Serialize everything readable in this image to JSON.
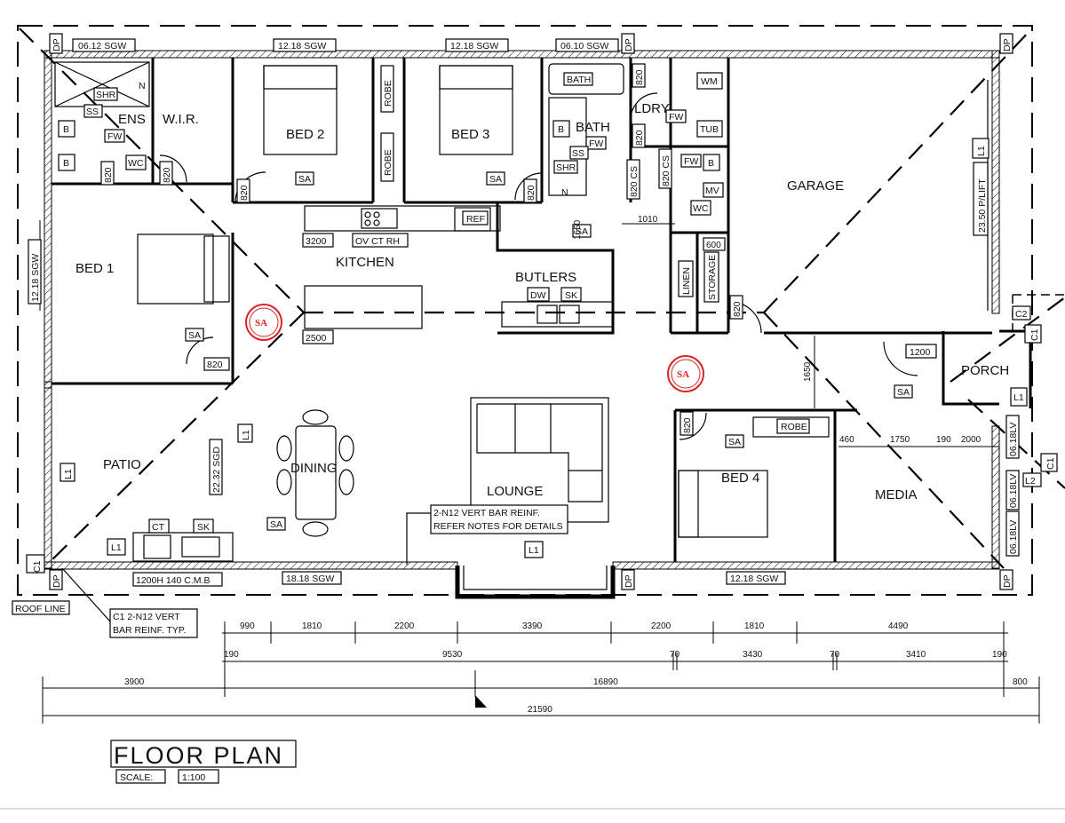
{
  "drawing": {
    "title": "FLOOR PLAN",
    "scale_label": "SCALE:",
    "scale_value": "1:100"
  },
  "rooms": {
    "ens": "ENS",
    "wir": "W.I.R.",
    "bed1": "BED 1",
    "bed2": "BED 2",
    "bed3": "BED 3",
    "bath": "BATH",
    "ldry": "LDRY",
    "garage": "GARAGE",
    "kitchen": "KITCHEN",
    "butlers": "BUTLERS",
    "patio": "PATIO",
    "dining": "DINING",
    "lounge": "LOUNGE",
    "bed4": "BED 4",
    "media": "MEDIA",
    "porch": "PORCH"
  },
  "windows": {
    "w_top1": "06.12 SGW",
    "w_top2": "12.18 SGW",
    "w_top3": "12.18 SGW",
    "w_top4": "06.10 SGW",
    "w_left": "12.18 SGW",
    "w_bot1": "18.18 SGW",
    "w_bot2": "12.18 SGW",
    "w_dining": "22.32 SGD",
    "w_media1": "06.18LV",
    "w_media2": "06.18LV",
    "w_media3": "06.18LV",
    "garage_door": "23.50 P/LIFT"
  },
  "tags": {
    "shr": "SHR",
    "ss": "SS",
    "n": "N",
    "fw": "FW",
    "wc": "WC",
    "b": "B",
    "d820": "820",
    "robe": "ROBE",
    "sa": "SA",
    "dp": "DP",
    "wm": "WM",
    "tub": "TUB",
    "mv": "MV",
    "linen": "LINEN",
    "storage": "STORAGE",
    "ref": "REF",
    "ovctrh": "OV CT RH",
    "bench3200": "3200",
    "bench2500": "2500",
    "dw": "DW",
    "sk": "SK",
    "ct": "CT",
    "l1": "L1",
    "l2": "L2",
    "c1": "C1",
    "c2": "C2",
    "d820cs1": "820 CS",
    "d820cs2": "820 CS",
    "d1200": "1200",
    "bbq_bench": "1200H 140 C.M.B",
    "reinf_note_1": "2-N12 VERT BAR REINF.",
    "reinf_note_2": "REFER NOTES FOR DETAILS",
    "roof_line": "ROOF LINE",
    "col_note_1": "C1 2-N12 VERT",
    "col_note_2": "BAR REINF. TYP.",
    "big_sa": "SA"
  },
  "inner_dims": {
    "d1010": "1010",
    "d600": "600",
    "d1650": "1650",
    "d1650v": "1650",
    "d460": "460",
    "d1750": "1750",
    "d190": "190",
    "d2000": "2000"
  },
  "dimension_rows": {
    "row1": [
      "990",
      "1810",
      "2200",
      "3390",
      "2200",
      "1810",
      "4490"
    ],
    "row2": [
      "190",
      "9530",
      "70",
      "3430",
      "70",
      "3410",
      "190"
    ],
    "row3": [
      "3900",
      "16890",
      "800"
    ],
    "row4": [
      "21590"
    ]
  }
}
